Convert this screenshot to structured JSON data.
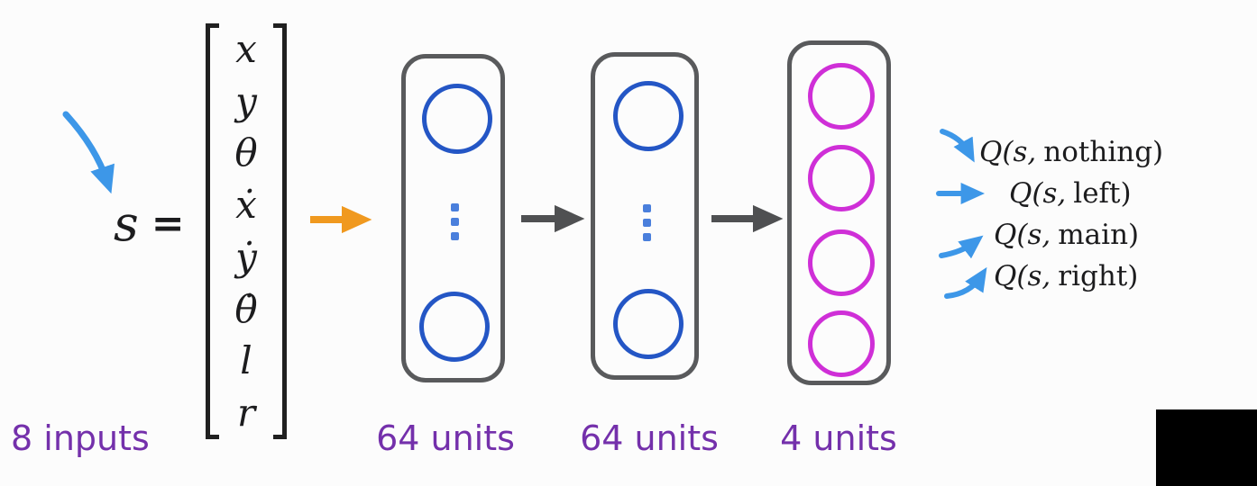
{
  "colors": {
    "hidden_unit_blue": "#2456c5",
    "output_unit_magenta": "#cf2fd7",
    "ellipsis_dot_blue": "#4a7fdc",
    "layer_border_gray": "#595a5c",
    "flow_arrow_gray": "#4f5052",
    "input_arrow_orange": "#f0991f",
    "annotation_arrow_blue": "#3d97e8",
    "label_purple": "#7430ab",
    "math_text_black": "#1c1c1e",
    "background_white": "#fcfcfc",
    "corner_block_black": "#000000"
  },
  "state": {
    "symbol": "s",
    "equals": "=",
    "vector": [
      "x",
      "y",
      "θ",
      "ẋ",
      "ẏ",
      "θ̇",
      "l",
      "r"
    ],
    "count_label": "8 inputs"
  },
  "layers": [
    {
      "units_label": "64 units",
      "units_shown": 2,
      "has_ellipsis": true
    },
    {
      "units_label": "64 units",
      "units_shown": 2,
      "has_ellipsis": true
    },
    {
      "units_label": "4 units",
      "units_shown": 4,
      "has_ellipsis": false
    }
  ],
  "outputs": [
    {
      "parts": [
        "Q(s,",
        "nothing)"
      ]
    },
    {
      "parts": [
        "Q(s,",
        "left)"
      ]
    },
    {
      "parts": [
        "Q(s,",
        "main)"
      ]
    },
    {
      "parts": [
        "Q(s,",
        "right)"
      ]
    }
  ]
}
